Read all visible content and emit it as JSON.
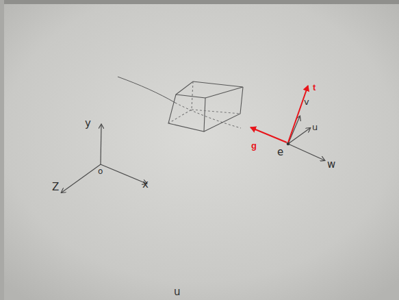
{
  "diagram": {
    "labels": [
      "y",
      "Z",
      "o",
      "x",
      "t",
      "v",
      "u",
      "g",
      "e",
      "w",
      "u"
    ]
  }
}
